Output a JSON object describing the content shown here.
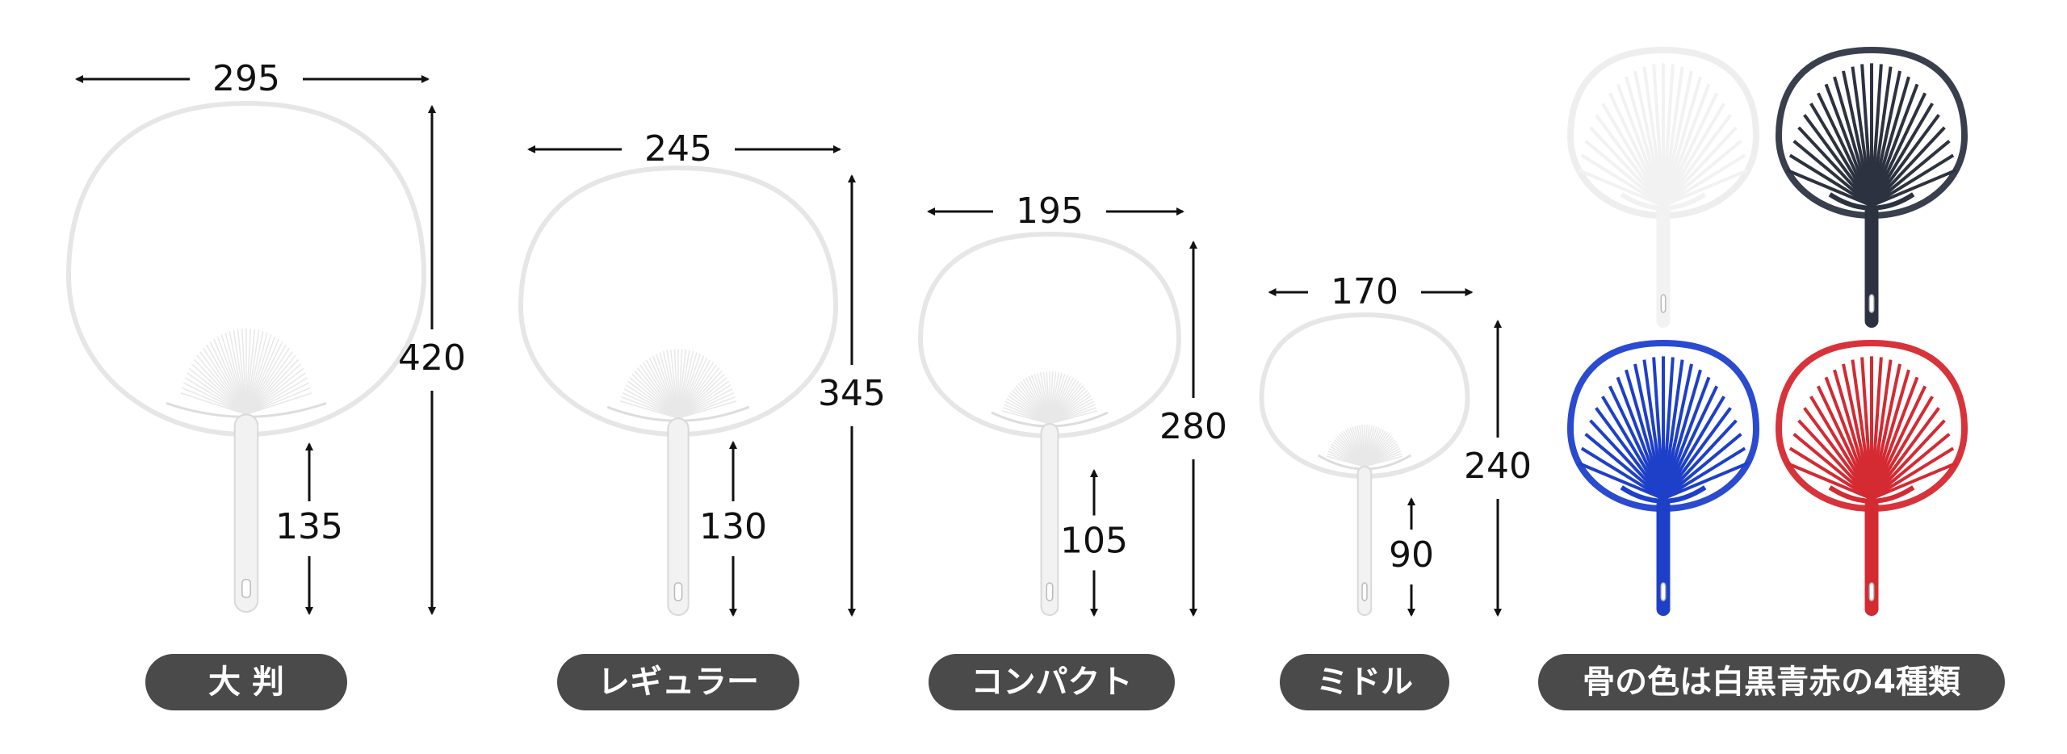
{
  "colors": {
    "pill": "#4a4a4a",
    "arrow": "#111111",
    "fan_rim": "#e6e6e6",
    "bone_white": "#f2f2f2",
    "bone_black": "#2d3240",
    "bone_blue": "#1e40c8",
    "bone_red": "#d42a32"
  },
  "fans": [
    {
      "name": "大 判",
      "width": "295",
      "height": "420",
      "handle": "135"
    },
    {
      "name": "レギュラー",
      "width": "245",
      "height": "345",
      "handle": "130"
    },
    {
      "name": "コンパクト",
      "width": "195",
      "height": "280",
      "handle": "105"
    },
    {
      "name": "ミドル",
      "width": "170",
      "height": "240",
      "handle": "90"
    }
  ],
  "variants_label": "骨の色は白黒青赤の4種類",
  "variants": [
    {
      "color_name": "white"
    },
    {
      "color_name": "black"
    },
    {
      "color_name": "blue"
    },
    {
      "color_name": "red"
    }
  ]
}
